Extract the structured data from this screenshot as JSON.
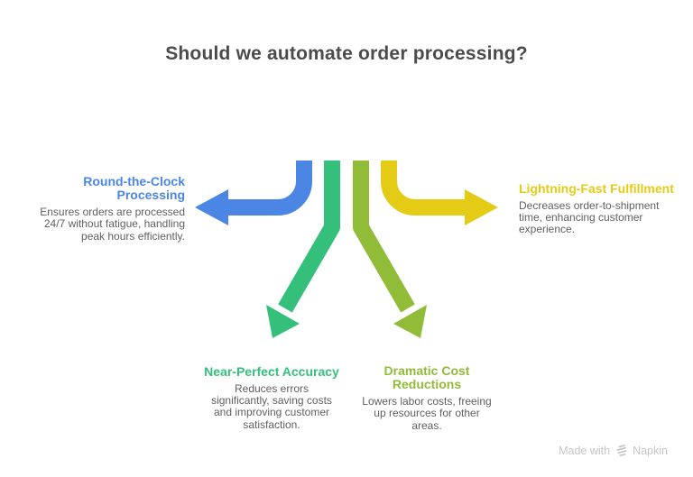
{
  "title": "Should we automate order processing?",
  "colors": {
    "blue": "#4B86E5",
    "green": "#34BF7B",
    "olive": "#91BC38",
    "yellow": "#E4CB15",
    "title_text": "#4B4B4B",
    "body_text": "#606060",
    "footer_text": "#C5C5C5"
  },
  "branches": [
    {
      "id": "round-the-clock",
      "heading": "Round-the-Clock Processing",
      "description": "Ensures orders are processed 24/7 without fatigue, handling peak hours efficiently.",
      "color": "#4B86E5",
      "direction": "left"
    },
    {
      "id": "lightning-fast",
      "heading": "Lightning-Fast Fulfillment",
      "description": "Decreases order-to-shipment time, enhancing customer experience.",
      "color": "#E4CB15",
      "direction": "right"
    },
    {
      "id": "near-perfect-accuracy",
      "heading": "Near-Perfect Accuracy",
      "description": "Reduces errors significantly, saving costs and improving customer satisfaction.",
      "color": "#34BF7B",
      "direction": "down-left"
    },
    {
      "id": "dramatic-cost-reductions",
      "heading": "Dramatic Cost Reductions",
      "description": "Lowers labor costs, freeing up resources for other areas.",
      "color": "#91BC38",
      "direction": "down-right"
    }
  ],
  "footer": {
    "made_with_label": "Made with",
    "brand_label": "Napkin",
    "logo_icon": "napkin-logo-icon"
  }
}
